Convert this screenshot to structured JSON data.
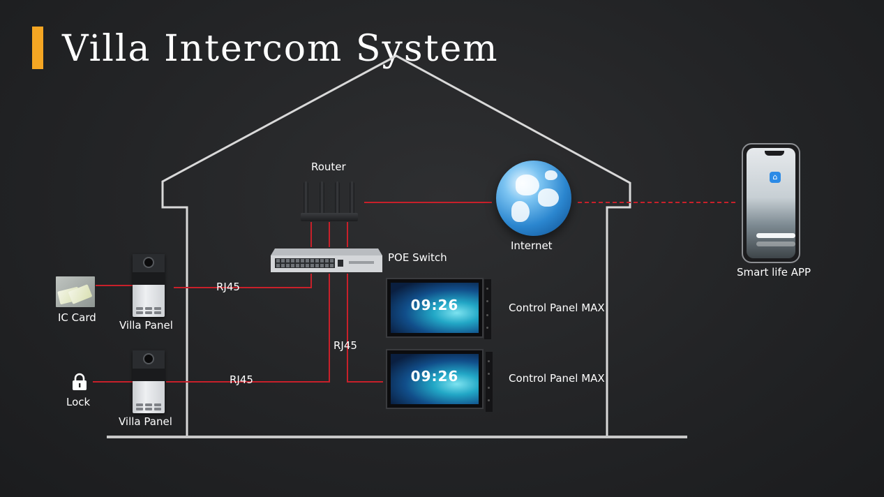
{
  "header": {
    "title": "Villa Intercom System",
    "accent_color": "#f5a623"
  },
  "devices": {
    "router": {
      "label": "Router"
    },
    "poe_switch": {
      "label": "POE Switch"
    },
    "internet": {
      "label": "Internet",
      "icon": "globe-icon"
    },
    "smart_app": {
      "label": "Smart life APP",
      "icon": "smartphone-icon"
    },
    "villa_panel_1": {
      "label": "Villa Panel"
    },
    "villa_panel_2": {
      "label": "Villa Panel"
    },
    "ic_card": {
      "label": "IC Card"
    },
    "lock": {
      "label": "Lock",
      "icon": "padlock-icon"
    },
    "control_panel_1": {
      "label": "Control Panel MAX",
      "time": "09:26"
    },
    "control_panel_2": {
      "label": "Control Panel MAX",
      "time": "09:26"
    }
  },
  "connections": {
    "rj45_1": "RJ45",
    "rj45_2": "RJ45",
    "rj45_3": "RJ45",
    "line_color": "#c8202a",
    "house_outline_color": "#d9d9d9"
  }
}
